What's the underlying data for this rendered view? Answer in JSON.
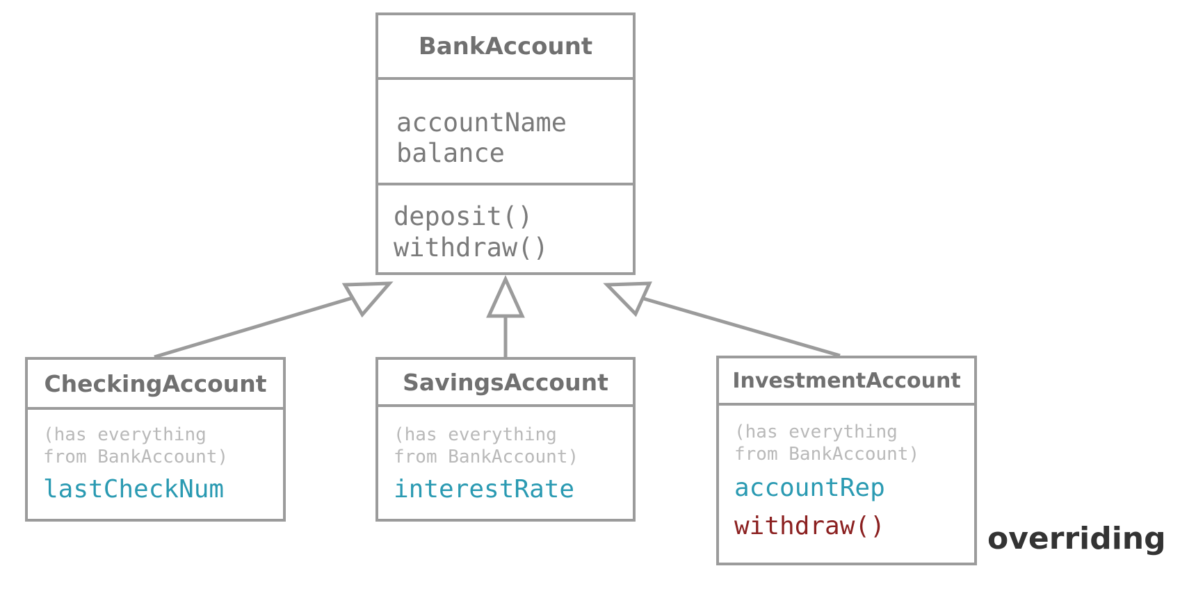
{
  "diagram": {
    "base": {
      "name": "BankAccount",
      "attributes": [
        "accountName",
        "balance"
      ],
      "methods": [
        "deposit()",
        "withdraw()"
      ]
    },
    "subclasses": [
      {
        "name": "CheckingAccount",
        "note": [
          "(has everything",
          "from BankAccount)"
        ],
        "members": [
          "lastCheckNum"
        ]
      },
      {
        "name": "SavingsAccount",
        "note": [
          "(has everything",
          "from BankAccount)"
        ],
        "members": [
          "interestRate"
        ]
      },
      {
        "name": "InvestmentAccount",
        "note": [
          "(has everything",
          "from BankAccount)"
        ],
        "members": [
          "accountRep"
        ],
        "overridden": [
          "withdraw()"
        ]
      }
    ],
    "override_label": "overriding"
  },
  "colors": {
    "border": "#9b9b9b",
    "class_name": "#707070",
    "member_text": "#7a7a7a",
    "note_text": "#b9b9b9",
    "new_member": "#2a9ab2",
    "overridden_member": "#8b2020",
    "label": "#333333"
  }
}
